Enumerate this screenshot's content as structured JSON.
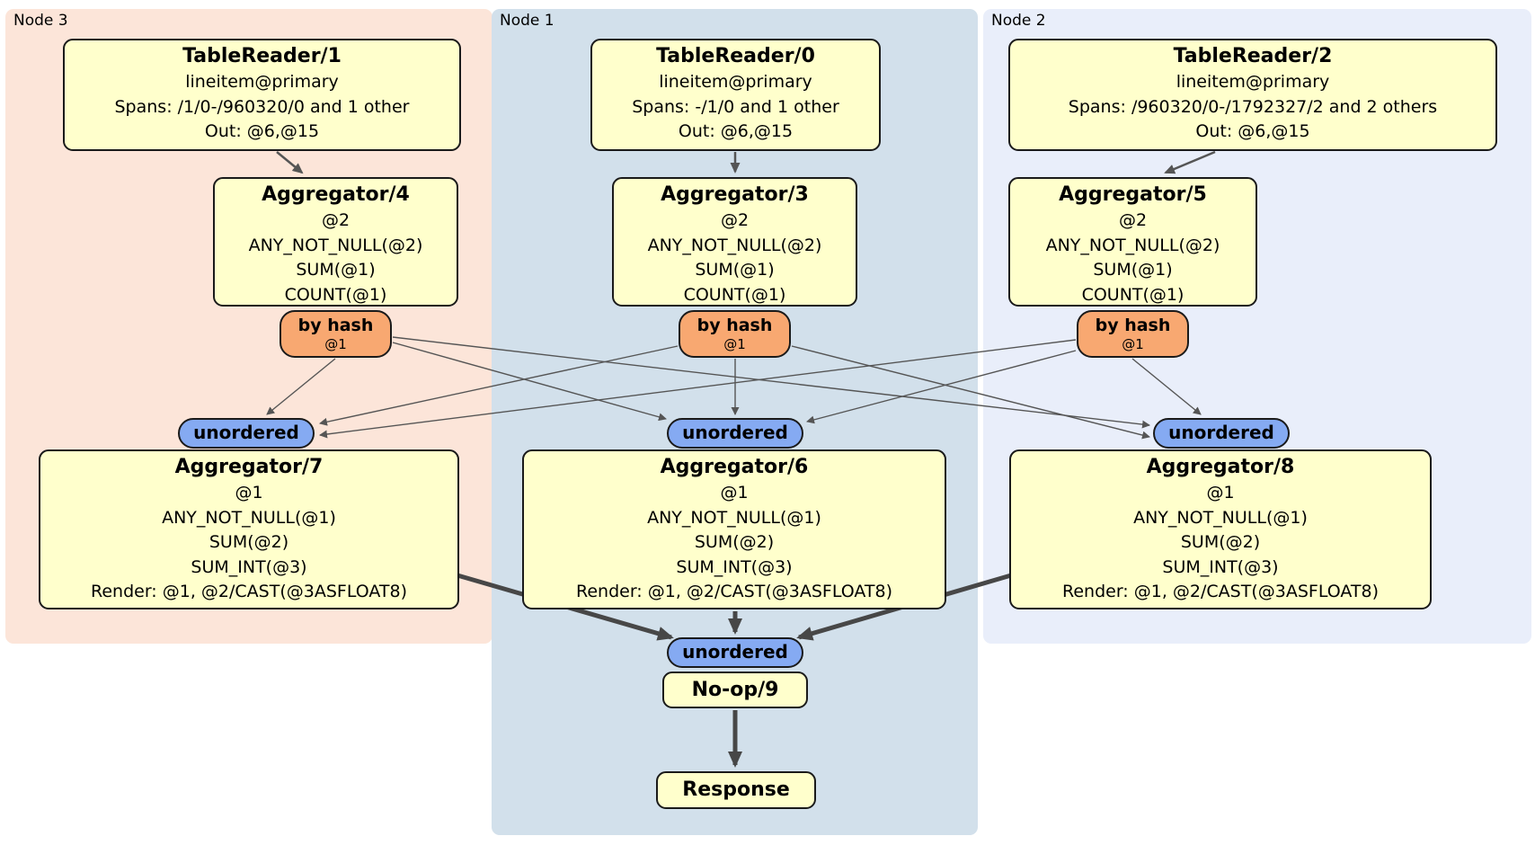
{
  "regions": {
    "node3": {
      "label": "Node 3"
    },
    "node1": {
      "label": "Node 1"
    },
    "node2": {
      "label": "Node 2"
    }
  },
  "boxes": {
    "tr1": {
      "title": "TableReader/1",
      "lines": [
        "lineitem@primary",
        "Spans: /1/0-/960320/0 and 1 other",
        "Out: @6,@15"
      ]
    },
    "tr0": {
      "title": "TableReader/0",
      "lines": [
        "lineitem@primary",
        "Spans: -/1/0 and 1 other",
        "Out: @6,@15"
      ]
    },
    "tr2": {
      "title": "TableReader/2",
      "lines": [
        "lineitem@primary",
        "Spans: /960320/0-/1792327/2 and 2 others",
        "Out: @6,@15"
      ]
    },
    "agg4": {
      "title": "Aggregator/4",
      "lines": [
        "@2",
        "ANY_NOT_NULL(@2)",
        "SUM(@1)",
        "COUNT(@1)"
      ]
    },
    "agg3": {
      "title": "Aggregator/3",
      "lines": [
        "@2",
        "ANY_NOT_NULL(@2)",
        "SUM(@1)",
        "COUNT(@1)"
      ]
    },
    "agg5": {
      "title": "Aggregator/5",
      "lines": [
        "@2",
        "ANY_NOT_NULL(@2)",
        "SUM(@1)",
        "COUNT(@1)"
      ]
    },
    "agg7": {
      "title": "Aggregator/7",
      "lines": [
        "@1",
        "ANY_NOT_NULL(@1)",
        "SUM(@2)",
        "SUM_INT(@3)",
        "Render: @1, @2/CAST(@3ASFLOAT8)"
      ]
    },
    "agg6": {
      "title": "Aggregator/6",
      "lines": [
        "@1",
        "ANY_NOT_NULL(@1)",
        "SUM(@2)",
        "SUM_INT(@3)",
        "Render: @1, @2/CAST(@3ASFLOAT8)"
      ]
    },
    "agg8": {
      "title": "Aggregator/8",
      "lines": [
        "@1",
        "ANY_NOT_NULL(@1)",
        "SUM(@2)",
        "SUM_INT(@3)",
        "Render: @1, @2/CAST(@3ASFLOAT8)"
      ]
    },
    "noop9": {
      "title": "No-op/9"
    },
    "response": {
      "title": "Response"
    }
  },
  "router": {
    "label": "by hash",
    "key": "@1"
  },
  "sync": {
    "label": "unordered"
  },
  "colors": {
    "processor_fill": "#ffffcc",
    "router_fill": "#f8a871",
    "sync_fill": "#85aaf2",
    "edge": "#555555",
    "edge_thick": "#474747",
    "node3_bg": "#fce5d9",
    "node1_bg": "#d2e0eb",
    "node2_bg": "#e9eefa"
  },
  "edges": [
    {
      "from": "TableReader/1",
      "to": "Aggregator/4"
    },
    {
      "from": "TableReader/0",
      "to": "Aggregator/3"
    },
    {
      "from": "TableReader/2",
      "to": "Aggregator/5"
    },
    {
      "from": "by hash (Node 3)",
      "to": "unordered (Node 3)"
    },
    {
      "from": "by hash (Node 3)",
      "to": "unordered (Node 1)"
    },
    {
      "from": "by hash (Node 3)",
      "to": "unordered (Node 2)"
    },
    {
      "from": "by hash (Node 1)",
      "to": "unordered (Node 3)"
    },
    {
      "from": "by hash (Node 1)",
      "to": "unordered (Node 1)"
    },
    {
      "from": "by hash (Node 1)",
      "to": "unordered (Node 2)"
    },
    {
      "from": "by hash (Node 2)",
      "to": "unordered (Node 3)"
    },
    {
      "from": "by hash (Node 2)",
      "to": "unordered (Node 1)"
    },
    {
      "from": "by hash (Node 2)",
      "to": "unordered (Node 2)"
    },
    {
      "from": "Aggregator/7",
      "to": "unordered (merge)"
    },
    {
      "from": "Aggregator/6",
      "to": "unordered (merge)"
    },
    {
      "from": "Aggregator/8",
      "to": "unordered (merge)"
    },
    {
      "from": "No-op/9",
      "to": "Response"
    }
  ]
}
